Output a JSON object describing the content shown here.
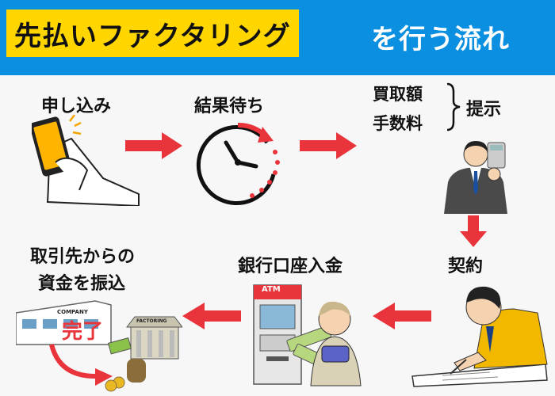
{
  "header": {
    "title_highlight": "先払いファクタリング",
    "title_rest": "を行う流れ"
  },
  "steps": {
    "apply": "申し込み",
    "wait": "結果待ち",
    "offer_lines": [
      "買取額",
      "手数料"
    ],
    "offer_action": "提示",
    "contract": "契約",
    "atm": "銀行口座入金",
    "transfer_line1": "取引先からの",
    "transfer_line2": "資金を振込",
    "done": "完了"
  },
  "images": {
    "atm_sign": "ATM",
    "company_sign": "COMPANY",
    "factoring_sign": "FACTORING"
  },
  "colors": {
    "header_bg": "#0b8fe0",
    "highlight": "#ffd600",
    "arrow": "#e8343a",
    "done": "#e8343a"
  }
}
